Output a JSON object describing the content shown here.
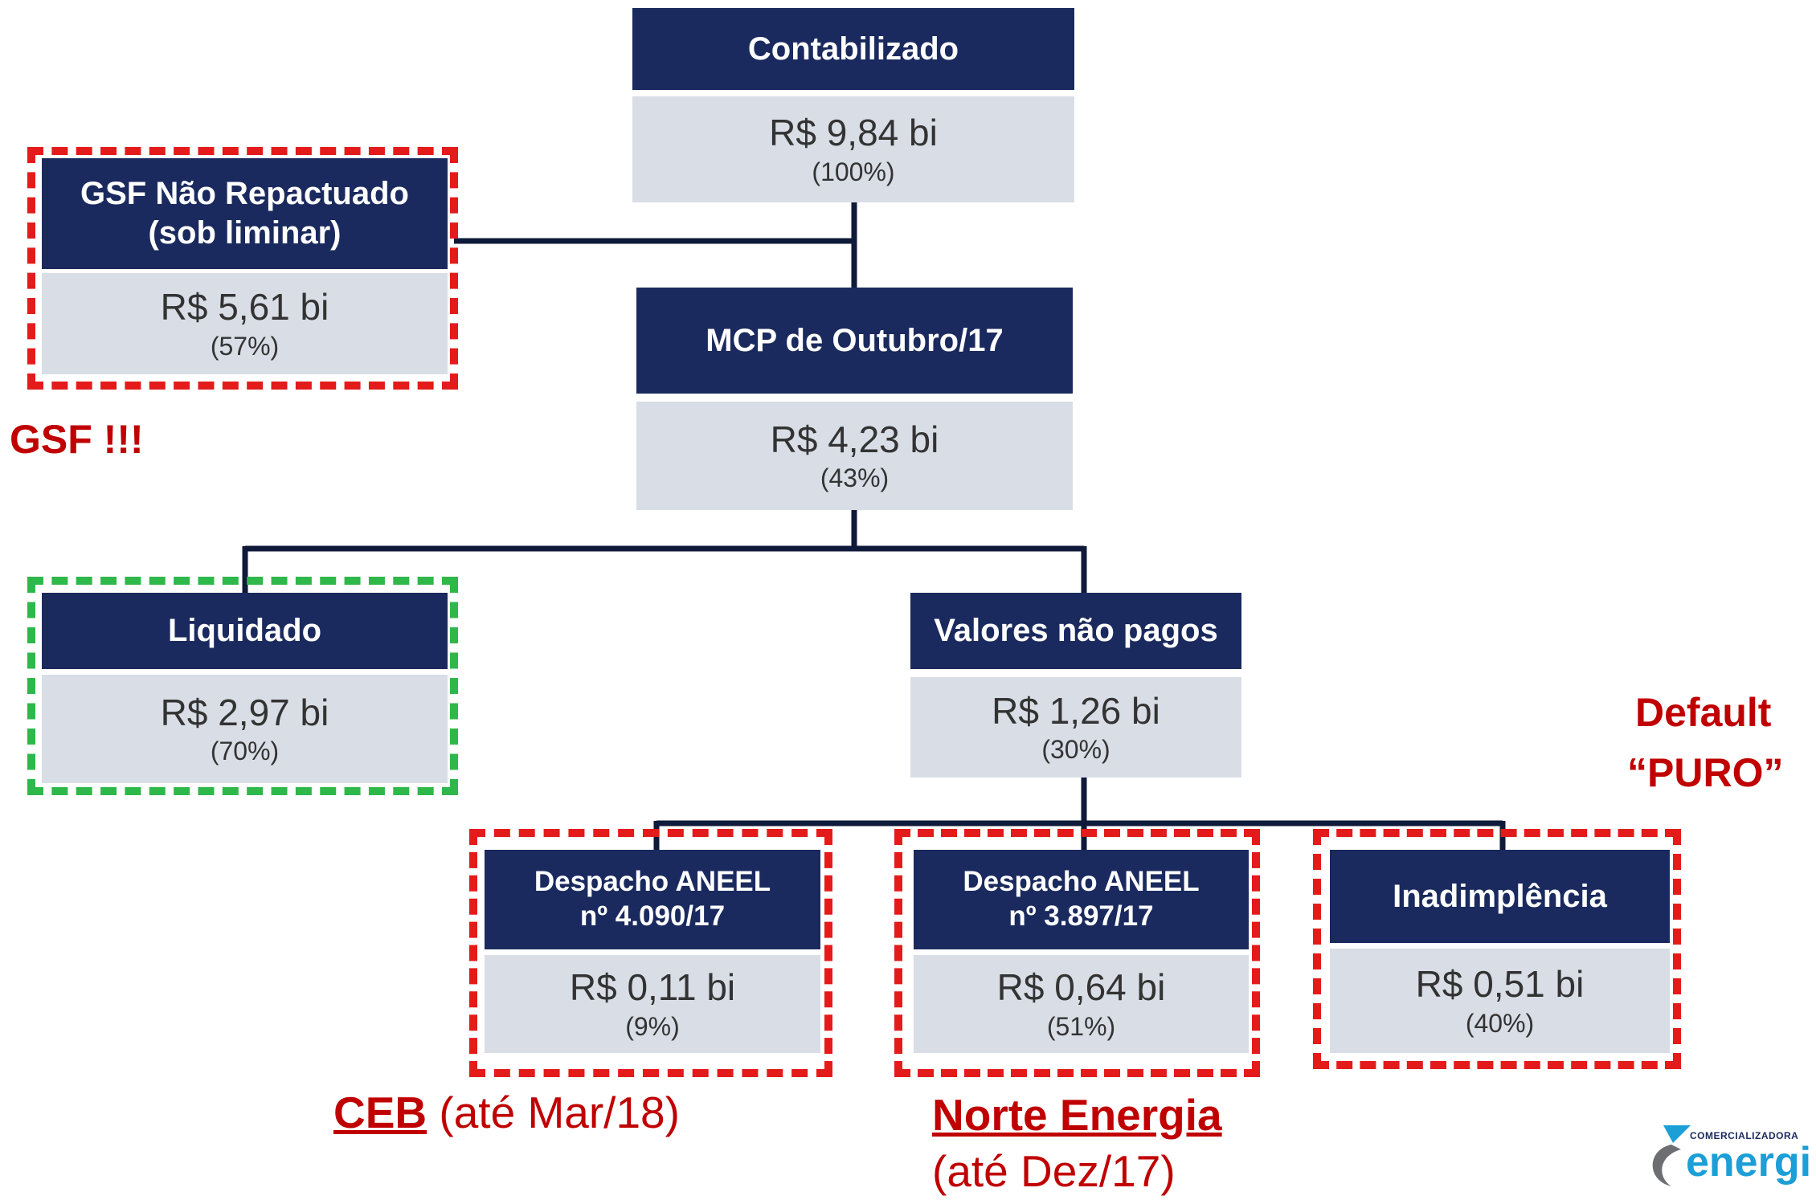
{
  "colors": {
    "header": "#1a2a5e",
    "body": "#d9dde6",
    "alert_red": "#e31b1b",
    "ok_green": "#2fb84a",
    "note_red": "#c00000"
  },
  "nodes": {
    "contabilizado": {
      "title": "Contabilizado",
      "amount": "R$ 9,84 bi",
      "pct": "(100%)"
    },
    "gsf": {
      "title_1": "GSF Não Repactuado",
      "title_2": "(sob liminar)",
      "amount": "R$ 5,61 bi",
      "pct": "(57%)"
    },
    "mcp": {
      "title": "MCP de Outubro/17",
      "amount": "R$ 4,23 bi",
      "pct": "(43%)"
    },
    "liquidado": {
      "title": "Liquidado",
      "amount": "R$ 2,97 bi",
      "pct": "(70%)"
    },
    "nao_pagos": {
      "title": "Valores não pagos",
      "amount": "R$ 1,26 bi",
      "pct": "(30%)"
    },
    "despacho_4090": {
      "title_1": "Despacho ANEEL",
      "title_2": "nº 4.090/17",
      "amount": "R$ 0,11 bi",
      "pct": "(9%)"
    },
    "despacho_3897": {
      "title_1": "Despacho ANEEL",
      "title_2": "nº 3.897/17",
      "amount": "R$ 0,64 bi",
      "pct": "(51%)"
    },
    "inadimplencia": {
      "title": "Inadimplência",
      "amount": "R$ 0,51 bi",
      "pct": "(40%)"
    }
  },
  "annotations": {
    "gsf_note": "GSF !!!",
    "default_line1": "Default",
    "default_line2": "“PURO”",
    "ceb_name": "CEB",
    "ceb_detail": "(até Mar/18)",
    "norte_name": "Norte Energia",
    "norte_detail": "(até Dez/17)"
  },
  "logo": {
    "tagline": "COMERCIALIZADORA",
    "word": "energi"
  }
}
